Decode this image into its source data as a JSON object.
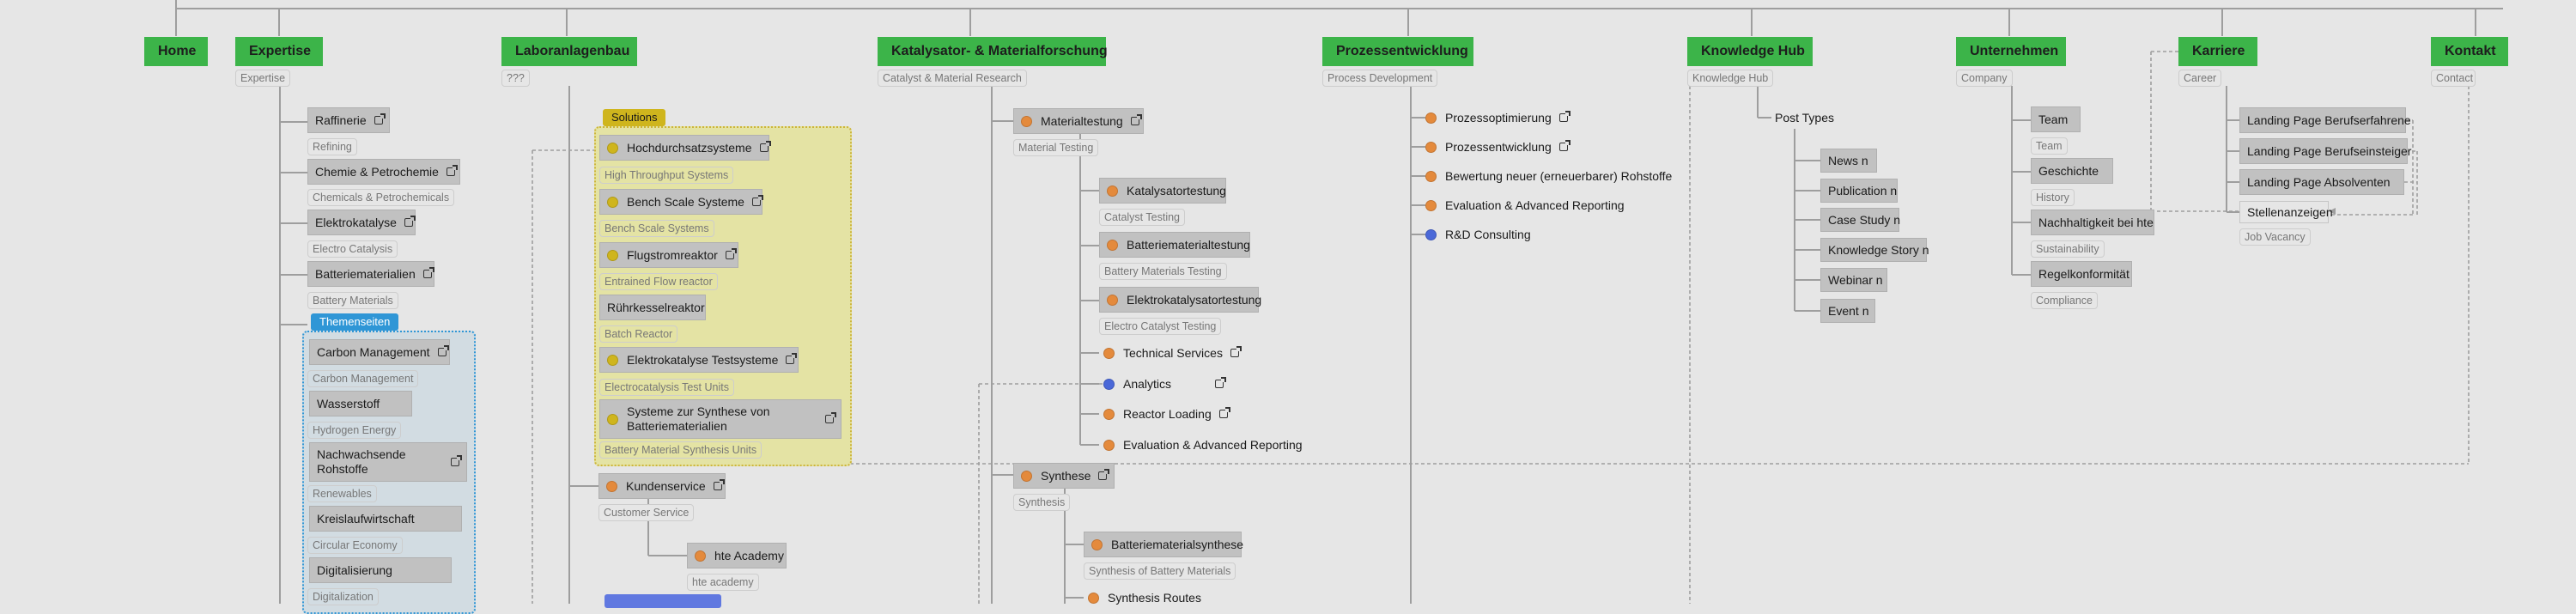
{
  "colors": {
    "green": "#3cb449",
    "orange": "#e48a3c",
    "yellow": "#cfb51d",
    "blue": "#4a68d8",
    "purple_blue": "#6078e0",
    "solutions_bg": "#e4e3a4",
    "solutions_border": "#cdb53a",
    "themen_bg": "#d2dce2",
    "themen_border": "#2f96d6"
  },
  "top_nav": [
    {
      "label": "Home"
    },
    {
      "label": "Expertise",
      "sub": "Expertise"
    },
    {
      "label": "Laboranlagenbau",
      "sub": "???"
    },
    {
      "label": "Katalysator- & Materialforschung",
      "sub": "Catalyst & Material Research"
    },
    {
      "label": "Prozessentwicklung",
      "sub": "Process Development"
    },
    {
      "label": "Knowledge Hub",
      "sub": "Knowledge Hub"
    },
    {
      "label": "Unternehmen",
      "sub": "Company"
    },
    {
      "label": "Karriere",
      "sub": "Career"
    },
    {
      "label": "Kontakt",
      "sub": "Contact"
    }
  ],
  "expertise": {
    "items": [
      {
        "label": "Raffinerie",
        "sub": "Refining"
      },
      {
        "label": "Chemie & Petrochemie",
        "sub": "Chemicals & Petrochemicals"
      },
      {
        "label": "Elektrokatalyse",
        "sub": "Electro Catalysis"
      },
      {
        "label": "Batteriematerialien",
        "sub": "Battery Materials"
      }
    ],
    "themen_tag": "Themenseiten",
    "themen": [
      {
        "label": "Carbon Management",
        "sub": "Carbon Management"
      },
      {
        "label": "Wasserstoff",
        "sub": "Hydrogen Energy"
      },
      {
        "label": "Nachwachsende Rohstoffe",
        "sub": "Renewables"
      },
      {
        "label": "Kreislaufwirtschaft",
        "sub": "Circular Economy"
      },
      {
        "label": "Digitalisierung",
        "sub": "Digitalization"
      }
    ]
  },
  "laboranlagenbau": {
    "solutions_tag": "Solutions",
    "solutions": [
      {
        "label": "Hochdurchsatzsysteme",
        "sub": "High Throughput Systems"
      },
      {
        "label": "Bench Scale Systeme",
        "sub": "Bench Scale Systems"
      },
      {
        "label": "Flugstromreaktor",
        "sub": "Entrained Flow reactor"
      },
      {
        "label": "Rührkesselreaktor",
        "sub": "Batch Reactor"
      },
      {
        "label": "Elektrokatalyse Testsysteme",
        "sub": "Electrocatalysis Test Units"
      },
      {
        "label": "Systeme zur Synthese von Batteriematerialien",
        "sub": "Battery Material Synthesis Units"
      }
    ],
    "kundenservice": {
      "label": "Kundenservice",
      "sub": "Customer Service"
    },
    "academy": {
      "label": "hte Academy",
      "sub": "hte academy"
    }
  },
  "katalysator": {
    "materialtestung": {
      "label": "Materialtestung",
      "sub": "Material Testing"
    },
    "tests": [
      {
        "label": "Katalysatortestung",
        "sub": "Catalyst Testing"
      },
      {
        "label": "Batteriematerialtestung",
        "sub": "Battery Materials Testing"
      },
      {
        "label": "Elektrokatalysatortestung",
        "sub": "Electro Catalyst Testing"
      }
    ],
    "plain": [
      {
        "label": "Technical Services"
      },
      {
        "label": "Analytics"
      },
      {
        "label": "Reactor Loading"
      },
      {
        "label": "Evaluation & Advanced Reporting"
      }
    ],
    "synthese": {
      "label": "Synthese",
      "sub": "Synthesis"
    },
    "batteriesynthese": {
      "label": "Batteriematerialsynthese",
      "sub": "Synthesis of Battery Materials"
    },
    "synthesis_routes": {
      "label": "Synthesis Routes"
    }
  },
  "prozess": {
    "items": [
      {
        "label": "Prozessoptimierung"
      },
      {
        "label": "Prozessentwicklung"
      },
      {
        "label": "Bewertung neuer (erneuerbarer) Rohstoffe"
      },
      {
        "label": "Evaluation & Advanced Reporting"
      },
      {
        "label": "R&D Consulting"
      }
    ]
  },
  "knowledge": {
    "post_types": "Post Types",
    "items": [
      {
        "label": "News n"
      },
      {
        "label": "Publication n"
      },
      {
        "label": "Case Study n"
      },
      {
        "label": "Knowledge Story n"
      },
      {
        "label": "Webinar n"
      },
      {
        "label": "Event n"
      }
    ]
  },
  "unternehmen": {
    "items": [
      {
        "label": "Team",
        "sub": "Team"
      },
      {
        "label": "Geschichte",
        "sub": "History"
      },
      {
        "label": "Nachhaltigkeit bei hte",
        "sub": "Sustainability"
      },
      {
        "label": "Regelkonformität",
        "sub": "Compliance"
      }
    ]
  },
  "karriere": {
    "items": [
      {
        "label": "Landing Page Berufserfahrene"
      },
      {
        "label": "Landing Page Berufseinsteiger"
      },
      {
        "label": "Landing Page Absolventen"
      }
    ],
    "stellen": {
      "label": "Stellenanzeigen",
      "sub": "Job Vacancy"
    }
  }
}
